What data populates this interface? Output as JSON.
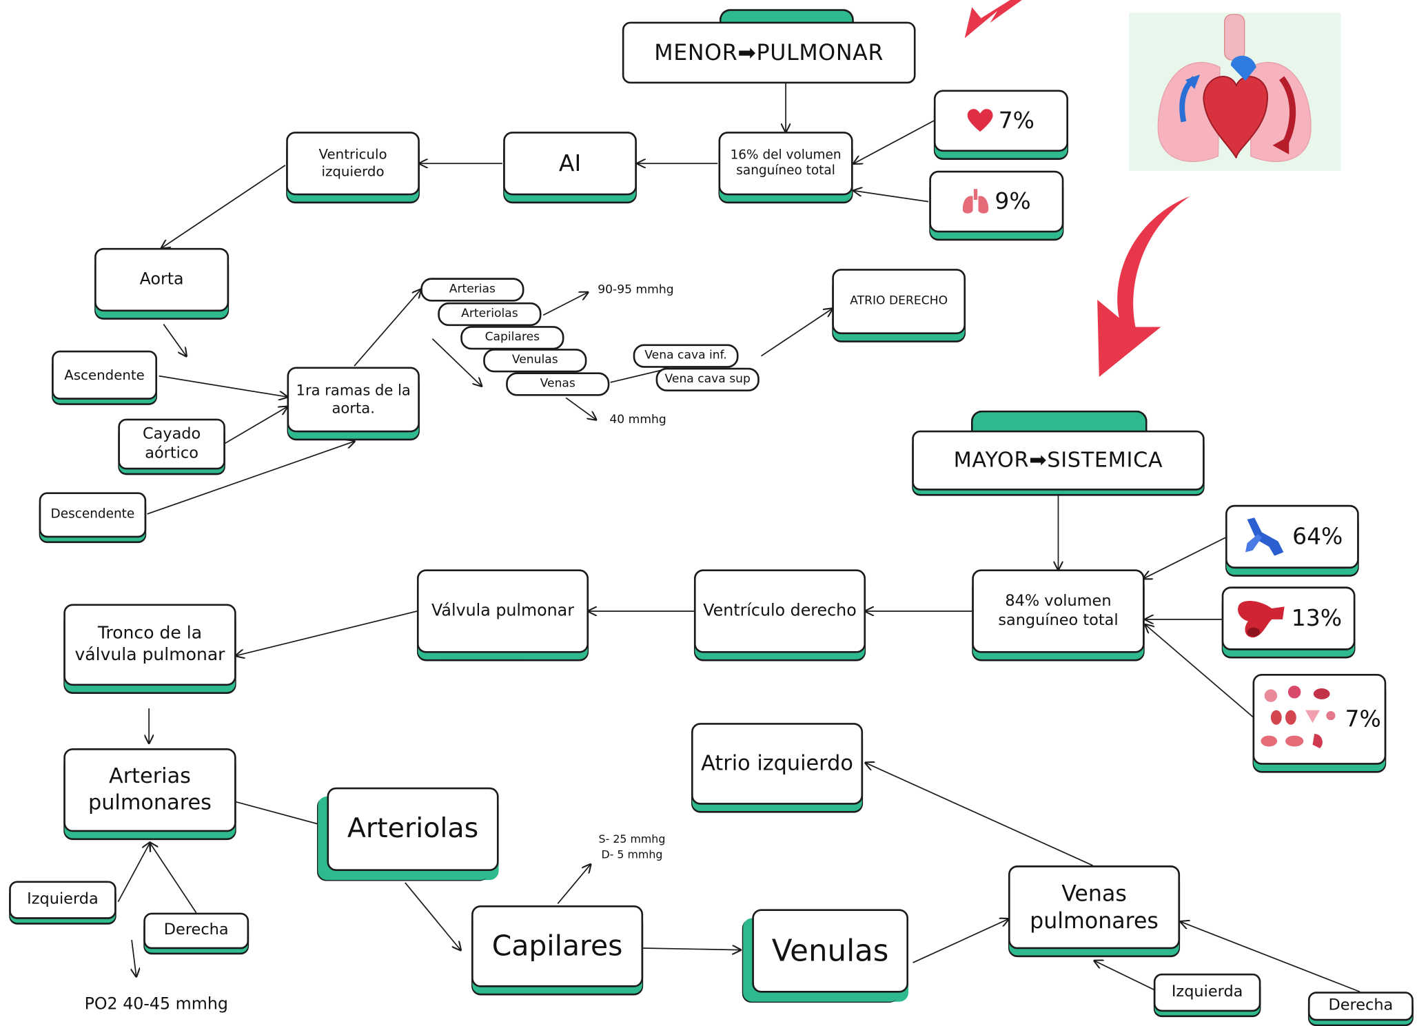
{
  "nodes": {
    "menor": "MENOR➡PULMONAR",
    "pct16": "16% del volumen sanguíneo total",
    "ai": "AI",
    "vent_izq": "Ventriculo izquierdo",
    "aorta": "Aorta",
    "ascendente": "Ascendente",
    "cayado": "Cayado aórtico",
    "descendente": "Descendente",
    "ramas": "1ra ramas de la aorta.",
    "arterias": "Arterias",
    "arteriolas_s": "Arteriolas",
    "capilares_s": "Capilares",
    "venulas_s": "Venulas",
    "venas_s": "Venas",
    "p_arterial": "90-95 mmhg",
    "p_venosa": "40 mmhg",
    "vc_inf": "Vena cava inf.",
    "vc_sup": "Vena cava sup",
    "atrio_der": "ATRIO DERECHO",
    "mayor": "MAYOR➡SISTEMICA",
    "pct84": "84% volumen sanguíneo total",
    "vent_der": "Ventrículo derecho",
    "valvula": "Válvula pulmonar",
    "tronco": "Tronco de la válvula pulmonar",
    "art_pulm": "Arterias pulmonares",
    "izq1": "Izquierda",
    "der1": "Derecha",
    "po2": "PO2 40-45 mmhg",
    "arteriolas_b": "Arteriolas",
    "capilares_b": "Capilares",
    "p_cap_s": "S- 25 mmhg",
    "p_cap_d": "D- 5 mmhg",
    "venulas_b": "Venulas",
    "venas_pulm": "Venas pulmonares",
    "izq2": "Izquierda",
    "der2": "Derecha",
    "atrio_izq": "Atrio izquierdo"
  },
  "stats": {
    "heart": "7%",
    "lungs": "9%",
    "veins": "64%",
    "arteries": "13%",
    "organs": "7%"
  },
  "icons": [
    "heart-icon",
    "lungs-icon",
    "vein-icon",
    "artery-icon",
    "organs-icon",
    "heart-lungs-illustration"
  ],
  "colors": {
    "accent": "#2fb98e",
    "outline": "#1a1a1a",
    "arrow": "#e8374b"
  }
}
